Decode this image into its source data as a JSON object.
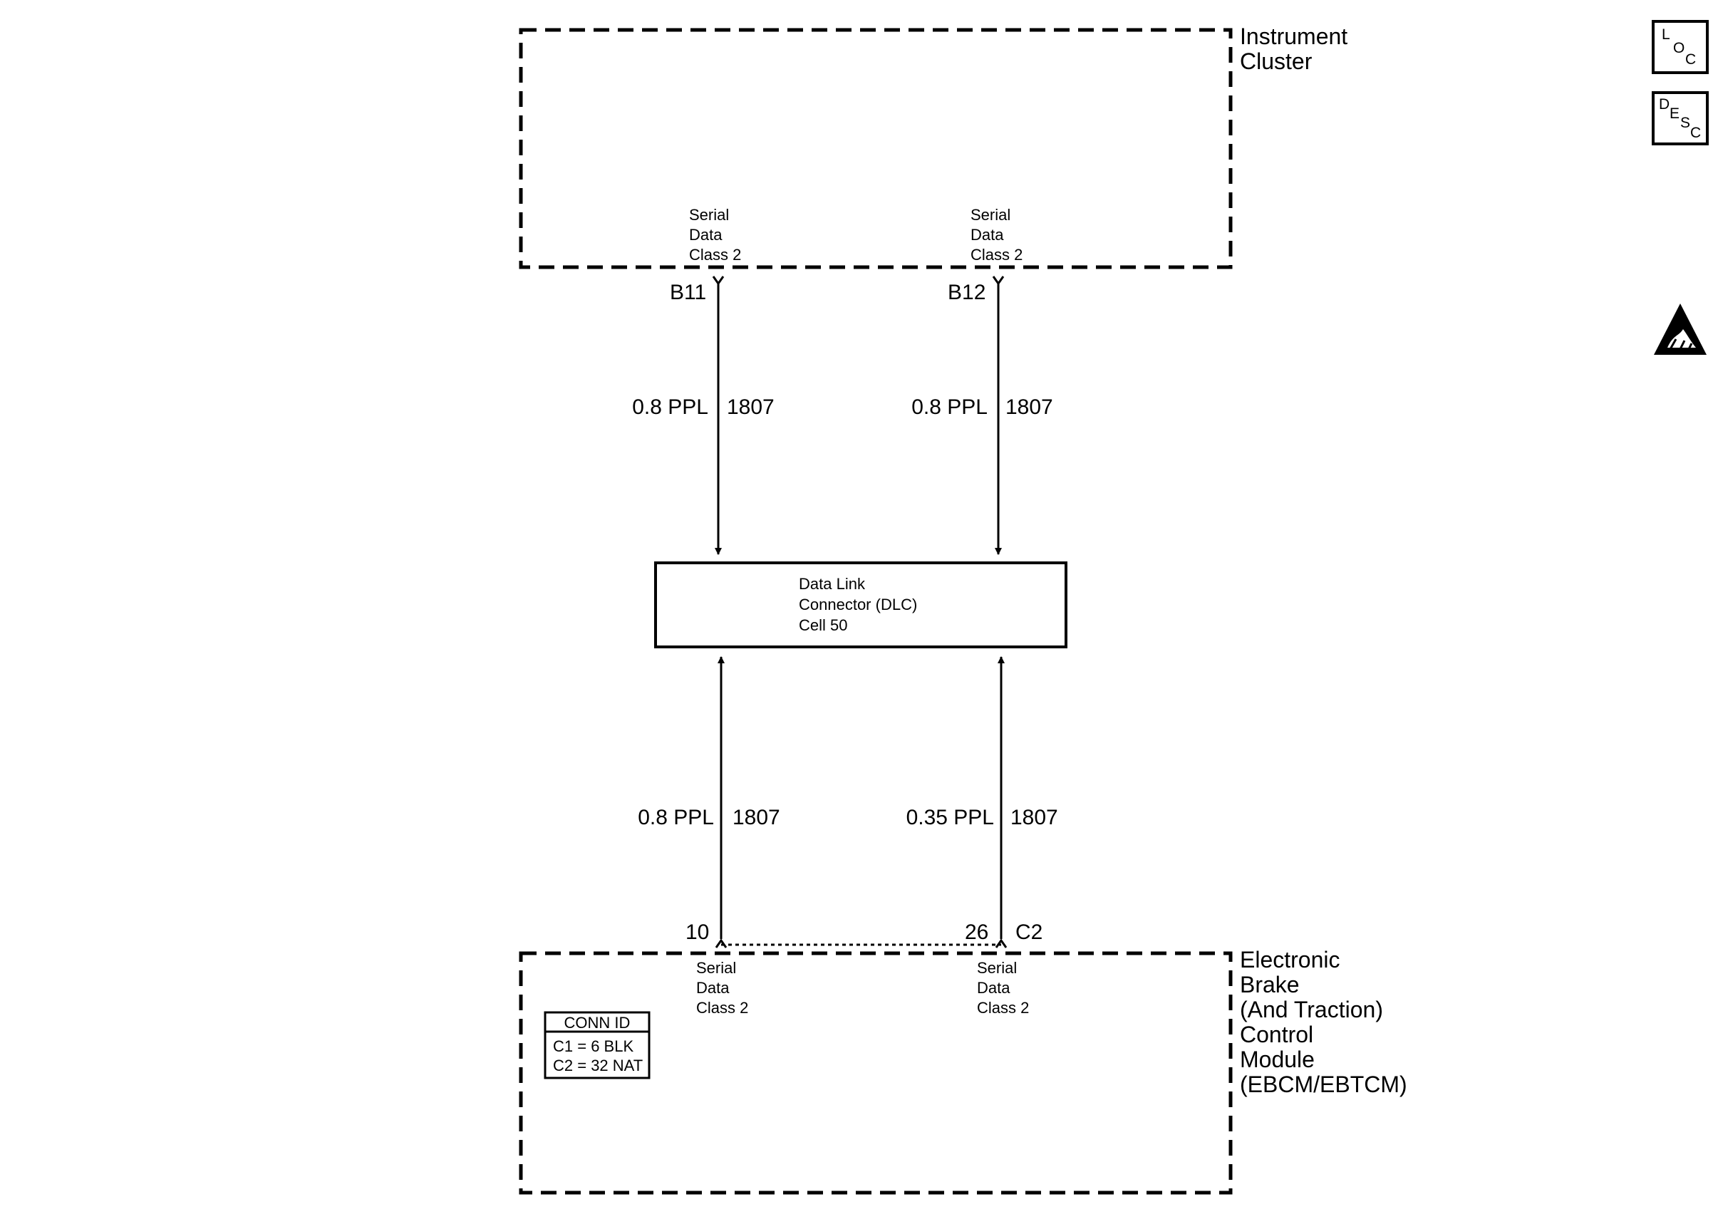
{
  "instrument_cluster": {
    "title_line1": "Instrument",
    "title_line2": "Cluster",
    "pin_left": {
      "line1": "Serial",
      "line2": "Data",
      "line3": "Class 2",
      "terminal": "B11"
    },
    "pin_right": {
      "line1": "Serial",
      "line2": "Data",
      "line3": "Class 2",
      "terminal": "B12"
    }
  },
  "wires_upper": {
    "left": {
      "gauge_color": "0.8 PPL",
      "circuit": "1807"
    },
    "right": {
      "gauge_color": "0.8 PPL",
      "circuit": "1807"
    }
  },
  "dlc": {
    "line1": "Data Link",
    "line2": "Connector (DLC)",
    "line3": "Cell 50"
  },
  "wires_lower": {
    "left": {
      "gauge_color": "0.8 PPL",
      "circuit": "1807"
    },
    "right": {
      "gauge_color": "0.35 PPL",
      "circuit": "1807"
    }
  },
  "ebcm": {
    "title_lines": [
      "Electronic",
      "Brake",
      "(And Traction)",
      "Control",
      "Module",
      "(EBCM/EBTCM)"
    ],
    "connector_label": "C2",
    "pin_left": {
      "line1": "Serial",
      "line2": "Data",
      "line3": "Class 2",
      "terminal": "10"
    },
    "pin_right": {
      "line1": "Serial",
      "line2": "Data",
      "line3": "Class 2",
      "terminal": "26"
    },
    "conn_id": {
      "header": "CONN ID",
      "rows": [
        "C1 = 6 BLK",
        "C2 = 32 NAT"
      ]
    }
  },
  "side_icons": {
    "loc": {
      "l": "L",
      "o": "O",
      "c": "C",
      "name": "location-icon"
    },
    "desc": {
      "d": "D",
      "e": "E",
      "s": "S",
      "c": "C",
      "name": "description-icon"
    },
    "esd": {
      "name": "esd-warning-icon"
    }
  }
}
